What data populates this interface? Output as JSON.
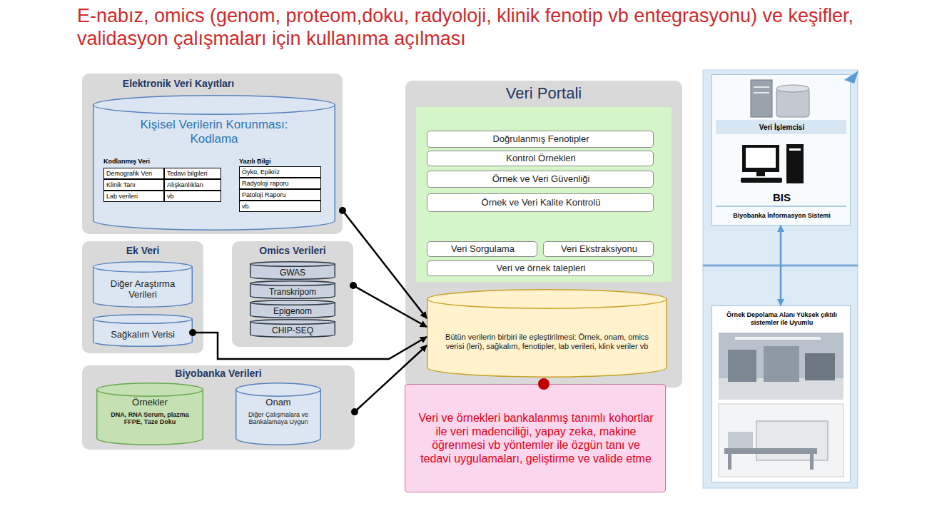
{
  "diagram": {
    "title": "E-nabız, omics (genom, proteom,doku, radyoloji, klinik fenotip vb entegrasyonu) ve keşifler, validasyon çalışmaları için kullanıma açılması",
    "nodes": [
      {
        "text": [
          "Elektronik Veri Kayıtları"
        ]
      },
      {
        "text": [
          "Kişisel Verilerin Korunması: Kodlama",
          "Kodlanmış Veri",
          "Yazılı Bilgi"
        ],
        "in": 0
      },
      {
        "text": [
          "Demografik Veri"
        ],
        "in": 1
      },
      {
        "text": [
          "Tedavi bilgileri"
        ],
        "in": 1
      },
      {
        "text": [
          "Klinik Tanı"
        ],
        "in": 1
      },
      {
        "text": [
          "Alışkanlıkları"
        ],
        "in": 1
      },
      {
        "text": [
          "Lab verileri"
        ],
        "in": 1
      },
      {
        "text": [
          "vb"
        ],
        "in": 1
      },
      {
        "text": [
          "Öykü, Epikriz"
        ],
        "in": 1
      },
      {
        "text": [
          "Radyoloji raporu"
        ],
        "in": 1
      },
      {
        "text": [
          "Patoloji Raporu"
        ],
        "in": 1
      },
      {
        "text": [
          "vb."
        ],
        "in": 1
      },
      {
        "text": [
          "Ek Veri"
        ]
      },
      {
        "text": [
          "Diğer Araştırma Verileri"
        ],
        "in": 12
      },
      {
        "text": [
          "Sağkalım Verisi"
        ],
        "in": 12
      },
      {
        "text": [
          "Omics Verileri"
        ]
      },
      {
        "text": [
          "GWAS"
        ],
        "in": 15
      },
      {
        "text": [
          "Transkripom"
        ],
        "in": 15
      },
      {
        "text": [
          "Epigenom"
        ],
        "in": 15
      },
      {
        "text": [
          "CHIP-SEQ"
        ],
        "in": 15
      },
      {
        "text": [
          "Biyobanka Verileri"
        ]
      },
      {
        "text": [
          "Örnekler",
          "DNA, RNA Serum, plazma FFPE, Taze Doku"
        ],
        "in": 20
      },
      {
        "text": [
          "Onam",
          "Diğer Çalışmalara ve Bankalamaya Uygun"
        ],
        "in": 20
      },
      {
        "text": [
          "Veri Portali"
        ]
      },
      {
        "text": [
          "Doğrulanmış Fenotipler"
        ],
        "in": 23
      },
      {
        "text": [
          "Kontrol Örnekleri"
        ],
        "in": 23
      },
      {
        "text": [
          "Örnek ve Veri Güvenliği"
        ],
        "in": 23
      },
      {
        "text": [
          "Örnek ve Veri Kalite Kontrolü"
        ],
        "in": 23
      },
      {
        "text": [
          "Veri Sorgulama"
        ],
        "in": 23
      },
      {
        "text": [
          "Veri Ekstraksiyonu"
        ],
        "in": 23
      },
      {
        "text": [
          "Veri ve örnek talepleri"
        ],
        "in": 23
      },
      {
        "text": [
          "Bütün verilerin birbiri ile eşleştirilmesi: Örnek, onam, omics verisi (leri), sağkalım, fenotipler, lab verileri, klink veriler vb"
        ],
        "in": 23
      },
      {
        "text": [
          "Veri ve örnekleri bankalanmış tanımlı kohortlar ile veri madenciliği, yapay zeka, makine öğrenmesi vb yöntemler ile özgün tanı ve tedavi uygulamaları, geliştirme ve valide etme"
        ]
      },
      {
        "text": [
          "Veri İşlemcisi",
          "BIS",
          "Biyobanka İnformasyon Sistemi"
        ]
      },
      {
        "text": [
          "Örnek Depolama Alanı Yüksek çıktılı sistemler ile Uyumlu"
        ]
      }
    ],
    "edges": [
      {
        "from": 0,
        "to": 31,
        "arrow": "to"
      },
      {
        "from": 15,
        "to": 31,
        "arrow": "to"
      },
      {
        "from": 14,
        "to": 31,
        "arrow": "to"
      },
      {
        "from": 20,
        "to": 31,
        "arrow": "to"
      },
      {
        "from": 34,
        "to": 33,
        "arrow": "both"
      }
    ]
  }
}
